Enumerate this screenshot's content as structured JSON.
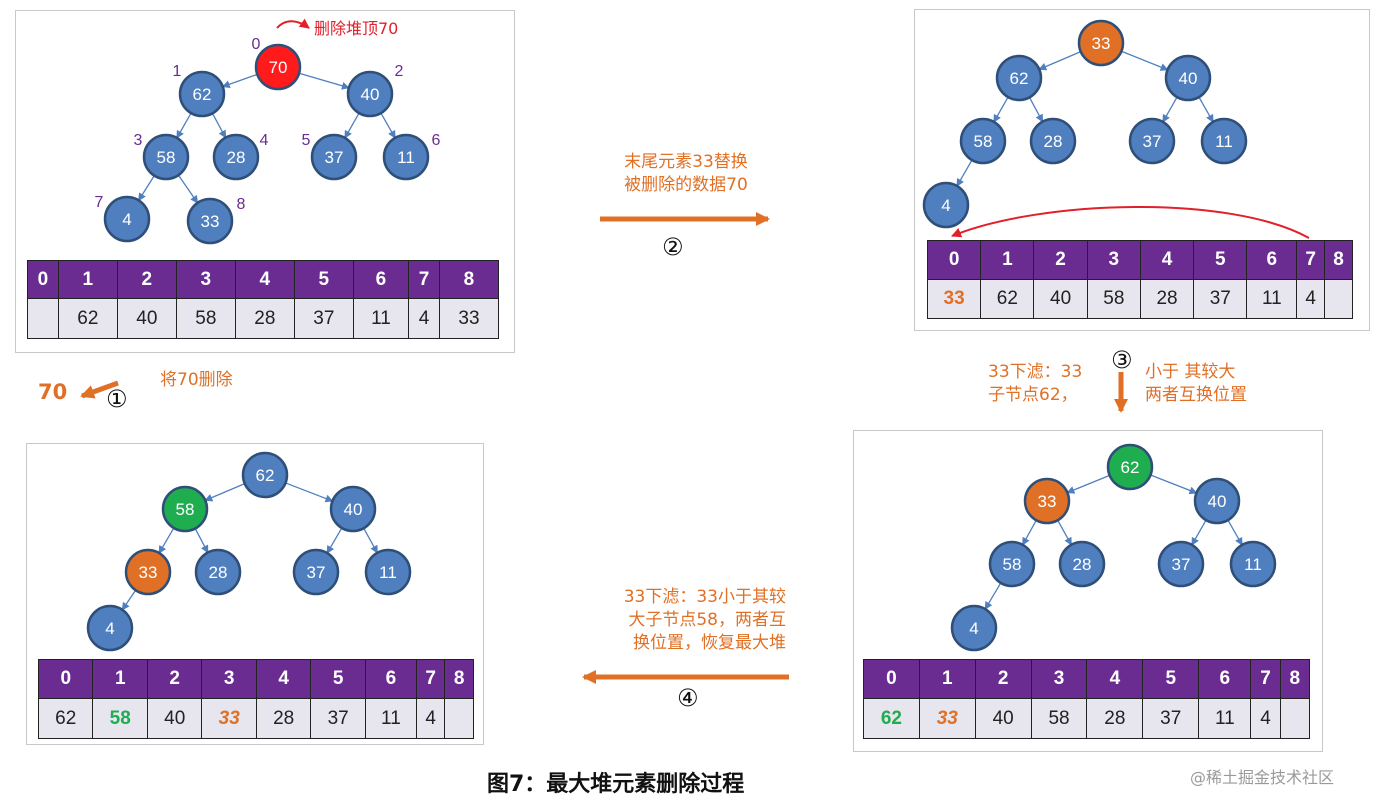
{
  "colors": {
    "node_blue": "#4f7fbf",
    "node_border": "#2f4f78",
    "node_red": "#ff1b1b",
    "node_orange": "#e07026",
    "node_green": "#1fae4f",
    "index_purple": "#6a2c91",
    "table_header": "#6a2c91",
    "table_cell": "#e7e5ee",
    "annotation_orange": "#e07026",
    "annotation_red": "#e0202a"
  },
  "panel1": {
    "top_label": "删除堆顶70",
    "nodes": [
      {
        "value": "70",
        "index": "0",
        "color": "red"
      },
      {
        "value": "62",
        "index": "1",
        "color": "blue"
      },
      {
        "value": "40",
        "index": "2",
        "color": "blue"
      },
      {
        "value": "58",
        "index": "3",
        "color": "blue"
      },
      {
        "value": "28",
        "index": "4",
        "color": "blue"
      },
      {
        "value": "37",
        "index": "5",
        "color": "blue"
      },
      {
        "value": "11",
        "index": "6",
        "color": "blue"
      },
      {
        "value": "4",
        "index": "7",
        "color": "blue"
      },
      {
        "value": "33",
        "index": "8",
        "color": "blue"
      }
    ],
    "table": {
      "header": [
        "0",
        "1",
        "2",
        "3",
        "4",
        "5",
        "6",
        "7",
        "8"
      ],
      "values": [
        "",
        "62",
        "40",
        "58",
        "28",
        "37",
        "11",
        "4",
        "33"
      ]
    }
  },
  "panel2": {
    "nodes": [
      {
        "value": "33",
        "color": "orange"
      },
      {
        "value": "62",
        "color": "blue"
      },
      {
        "value": "40",
        "color": "blue"
      },
      {
        "value": "58",
        "color": "blue"
      },
      {
        "value": "28",
        "color": "blue"
      },
      {
        "value": "37",
        "color": "blue"
      },
      {
        "value": "11",
        "color": "blue"
      },
      {
        "value": "4",
        "color": "blue"
      }
    ],
    "table": {
      "header": [
        "0",
        "1",
        "2",
        "3",
        "4",
        "5",
        "6",
        "7",
        "8"
      ],
      "values": [
        "33",
        "62",
        "40",
        "58",
        "28",
        "37",
        "11",
        "4",
        ""
      ]
    }
  },
  "panel3": {
    "nodes": [
      {
        "value": "62",
        "color": "green"
      },
      {
        "value": "33",
        "color": "orange"
      },
      {
        "value": "40",
        "color": "blue"
      },
      {
        "value": "58",
        "color": "blue"
      },
      {
        "value": "28",
        "color": "blue"
      },
      {
        "value": "37",
        "color": "blue"
      },
      {
        "value": "11",
        "color": "blue"
      },
      {
        "value": "4",
        "color": "blue"
      }
    ],
    "table": {
      "header": [
        "0",
        "1",
        "2",
        "3",
        "4",
        "5",
        "6",
        "7",
        "8"
      ],
      "values": [
        "62",
        "33",
        "40",
        "58",
        "28",
        "37",
        "11",
        "4",
        ""
      ]
    }
  },
  "panel4": {
    "nodes": [
      {
        "value": "62",
        "color": "blue"
      },
      {
        "value": "58",
        "color": "green"
      },
      {
        "value": "40",
        "color": "blue"
      },
      {
        "value": "33",
        "color": "orange"
      },
      {
        "value": "28",
        "color": "blue"
      },
      {
        "value": "37",
        "color": "blue"
      },
      {
        "value": "11",
        "color": "blue"
      },
      {
        "value": "4",
        "color": "blue"
      }
    ],
    "table": {
      "header": [
        "0",
        "1",
        "2",
        "3",
        "4",
        "5",
        "6",
        "7",
        "8"
      ],
      "values": [
        "62",
        "58",
        "40",
        "33",
        "28",
        "37",
        "11",
        "4",
        ""
      ]
    }
  },
  "step1": {
    "number": "①",
    "removed_value": "70",
    "label": "将70删除"
  },
  "step2": {
    "number": "②",
    "line1": "末尾元素33替换",
    "line2": "被删除的数据70"
  },
  "step3": {
    "number": "③",
    "left_line1": "33下滤：33",
    "left_line2": "子节点62，",
    "right_line1": "小于 其较大",
    "right_line2": "两者互换位置"
  },
  "step4": {
    "number": "④",
    "line1": "33下滤：33小于其较",
    "line2": "大子节点58，两者互",
    "line3": "换位置，恢复最大堆"
  },
  "caption": "图7：最大堆元素删除过程",
  "watermark": "@稀土掘金技术社区"
}
